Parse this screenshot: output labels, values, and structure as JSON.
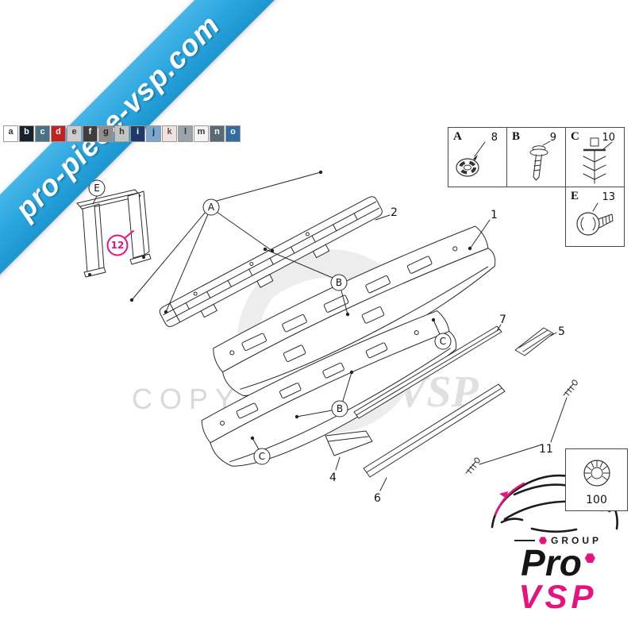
{
  "watermark": {
    "ribbon_text": "pro-piece-vsp.com",
    "copyright": "COPYRIGHT",
    "brand_ghost": "Pro VSP"
  },
  "color_legend": {
    "swatches": [
      {
        "letter": "a",
        "color": "#ffffff",
        "text": "#333333"
      },
      {
        "letter": "b",
        "color": "#18222e",
        "text": "#ffffff"
      },
      {
        "letter": "c",
        "color": "#4a7186",
        "text": "#ffffff"
      },
      {
        "letter": "d",
        "color": "#c32222",
        "text": "#ffffff"
      },
      {
        "letter": "e",
        "color": "#cccccc",
        "text": "#333333"
      },
      {
        "letter": "f",
        "color": "#3e3e3e",
        "text": "#ffffff"
      },
      {
        "letter": "g",
        "color": "#8f8f8f",
        "text": "#222222"
      },
      {
        "letter": "h",
        "color": "#c4c4c4",
        "text": "#333333"
      },
      {
        "letter": "i",
        "color": "#1d3a68",
        "text": "#ffffff"
      },
      {
        "letter": "j",
        "color": "#7ca7cc",
        "text": "#1d2b3a"
      },
      {
        "letter": "k",
        "color": "#f0e3de",
        "text": "#555555"
      },
      {
        "letter": "l",
        "color": "#9aa5ab",
        "text": "#333333"
      },
      {
        "letter": "m",
        "color": "#f4f4f4",
        "text": "#333333"
      },
      {
        "letter": "n",
        "color": "#5a6a74",
        "text": "#ffffff"
      },
      {
        "letter": "o",
        "color": "#2f6ea5",
        "text": "#ffffff"
      }
    ]
  },
  "diagram": {
    "callouts": {
      "A": "A",
      "B1": "B",
      "B2": "B",
      "C1": "C",
      "C2": "C",
      "E": "E",
      "highlight12": "12"
    },
    "part_numbers": {
      "p1": "1",
      "p2": "2",
      "p4": "4",
      "p5": "5",
      "p6": "6",
      "p7": "7",
      "p11": "11",
      "p100": "100"
    }
  },
  "fastener_table": {
    "cells": [
      {
        "letter": "A",
        "number": "8",
        "icon": "grommet-nut-icon"
      },
      {
        "letter": "B",
        "number": "9",
        "icon": "shoulder-screw-icon"
      },
      {
        "letter": "C",
        "number": "10",
        "icon": "fir-tree-clip-icon"
      },
      {
        "letter": "E",
        "number": "13",
        "icon": "rivet-clip-icon"
      }
    ]
  },
  "logo": {
    "group": "GROUP",
    "pro": "Pro",
    "vsp": "VSP"
  }
}
